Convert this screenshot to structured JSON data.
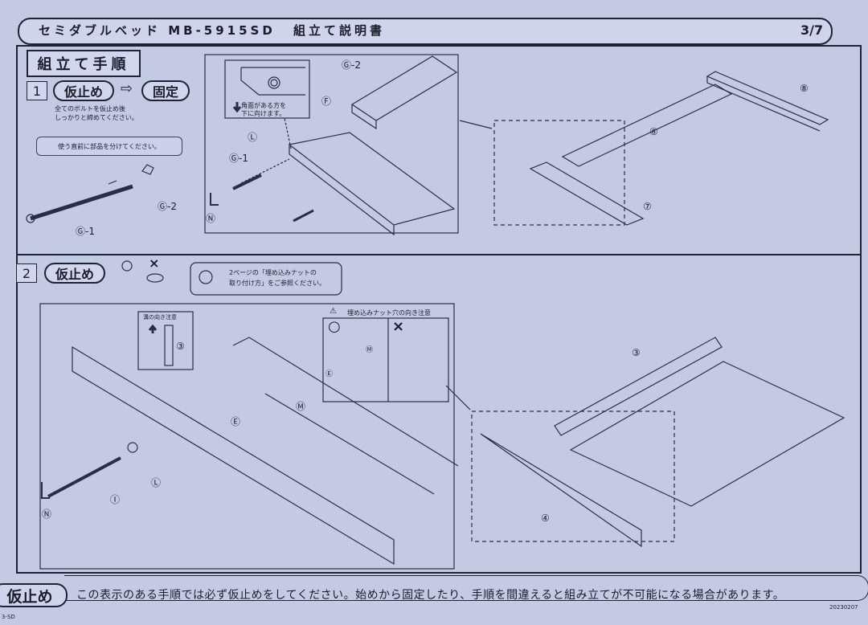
{
  "header": {
    "product": "セミダブルベッド MB-5915SD",
    "doc_title": "組立て説明書",
    "page": "3/7"
  },
  "section_title": "組立て手順",
  "step1": {
    "number": "1",
    "badge_temp": "仮止め",
    "arrow": "⇨",
    "badge_fix": "固定",
    "instruction_line1": "全てのボルトを仮止め後",
    "instruction_line2": "しっかりと締めてください。",
    "note": "使う直前に部品を分けてください。",
    "callout_text_line1": "角面がある方を",
    "callout_text_line2": "下に向けます。",
    "labels": {
      "g1_left": "Ⓖ-1",
      "g2_left": "Ⓖ-2",
      "g2": "Ⓖ-2",
      "f": "Ⓕ",
      "l": "Ⓛ",
      "g1": "Ⓖ-1",
      "n": "Ⓝ",
      "p6": "⑥",
      "p7": "⑦",
      "p8": "⑧"
    }
  },
  "step2": {
    "number": "2",
    "badge_temp": "仮止め",
    "wrong_mark": "×",
    "note_line1": "2ページの「埋め込みナットの",
    "note_line2": "取り付け方」をご参照ください。",
    "groove_note": "溝の向き注意",
    "nut_warning": "埋め込みナット穴の向き注意",
    "correct_mark": "○",
    "incorrect_mark": "×",
    "labels": {
      "p3_detail": "③",
      "m_detail": "Ⓜ",
      "e_detail": "Ⓔ",
      "m": "Ⓜ",
      "e": "Ⓔ",
      "i": "Ⓘ",
      "l": "Ⓛ",
      "n": "Ⓝ",
      "p3": "③",
      "p4": "④"
    }
  },
  "footer": {
    "badge": "仮止め",
    "text": "この表示のある手順では必ず仮止めをしてください。始めから固定したり、手順を間違えると組み立てが不可能になる場合があります。",
    "date_code": "20230207",
    "doc_code": "3-SD"
  }
}
